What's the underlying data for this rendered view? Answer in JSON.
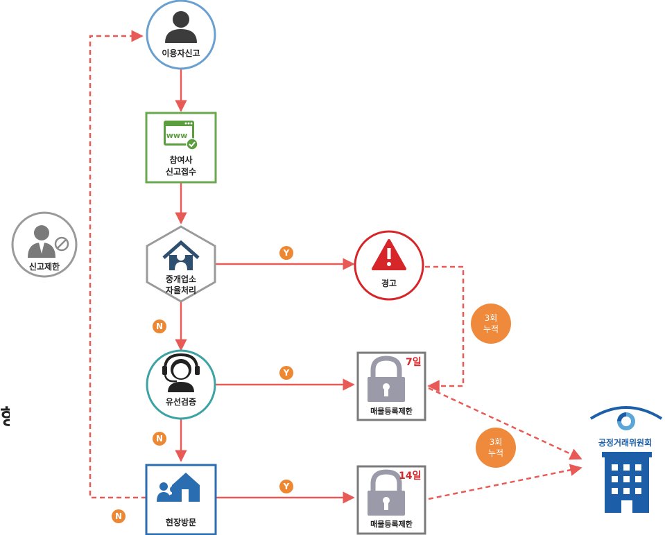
{
  "nodes": {
    "user_report": {
      "label": "이용자신고",
      "icon": "person-icon"
    },
    "member_receipt": {
      "label_line1": "참여사",
      "label_line2": "신고접수",
      "icon": "www-check-icon"
    },
    "agency_process": {
      "label_line1": "중개업소",
      "label_line2": "자율처리",
      "icon": "house-agent-icon"
    },
    "warning": {
      "label": "경고",
      "icon": "warning-icon"
    },
    "phone_verify": {
      "label": "유선검증",
      "icon": "headset-operator-icon"
    },
    "listing_block_7": {
      "label": "매물등록제한",
      "days": "7일",
      "icon": "padlock-icon"
    },
    "site_visit": {
      "label": "현장방문",
      "icon": "people-house-icon"
    },
    "listing_block_14": {
      "label": "매물등록제한",
      "days": "14일",
      "icon": "padlock-icon"
    },
    "report_limit": {
      "label": "신고제한",
      "icon": "user-blocked-icon"
    },
    "ftc": {
      "label": "공정거래위원회",
      "icon": "building-icon"
    }
  },
  "decisions": {
    "yes": "Y",
    "no": "N"
  },
  "accumulation": {
    "count": "3회",
    "word": "누적"
  },
  "partial_title_glyph": "항",
  "colors": {
    "arrow": "#e85a56",
    "blue_circle": "#6aa0d0",
    "green_box": "#6aa84f",
    "gray_hex": "#9a9a9a",
    "red_circle": "#d6262a",
    "teal_circle": "#3ba3a3",
    "navy_box": "#2a6db0",
    "lock_box": "#7a7a7a",
    "badge_orange": "#ee8731",
    "ftc_blue": "#1c5fa8"
  }
}
